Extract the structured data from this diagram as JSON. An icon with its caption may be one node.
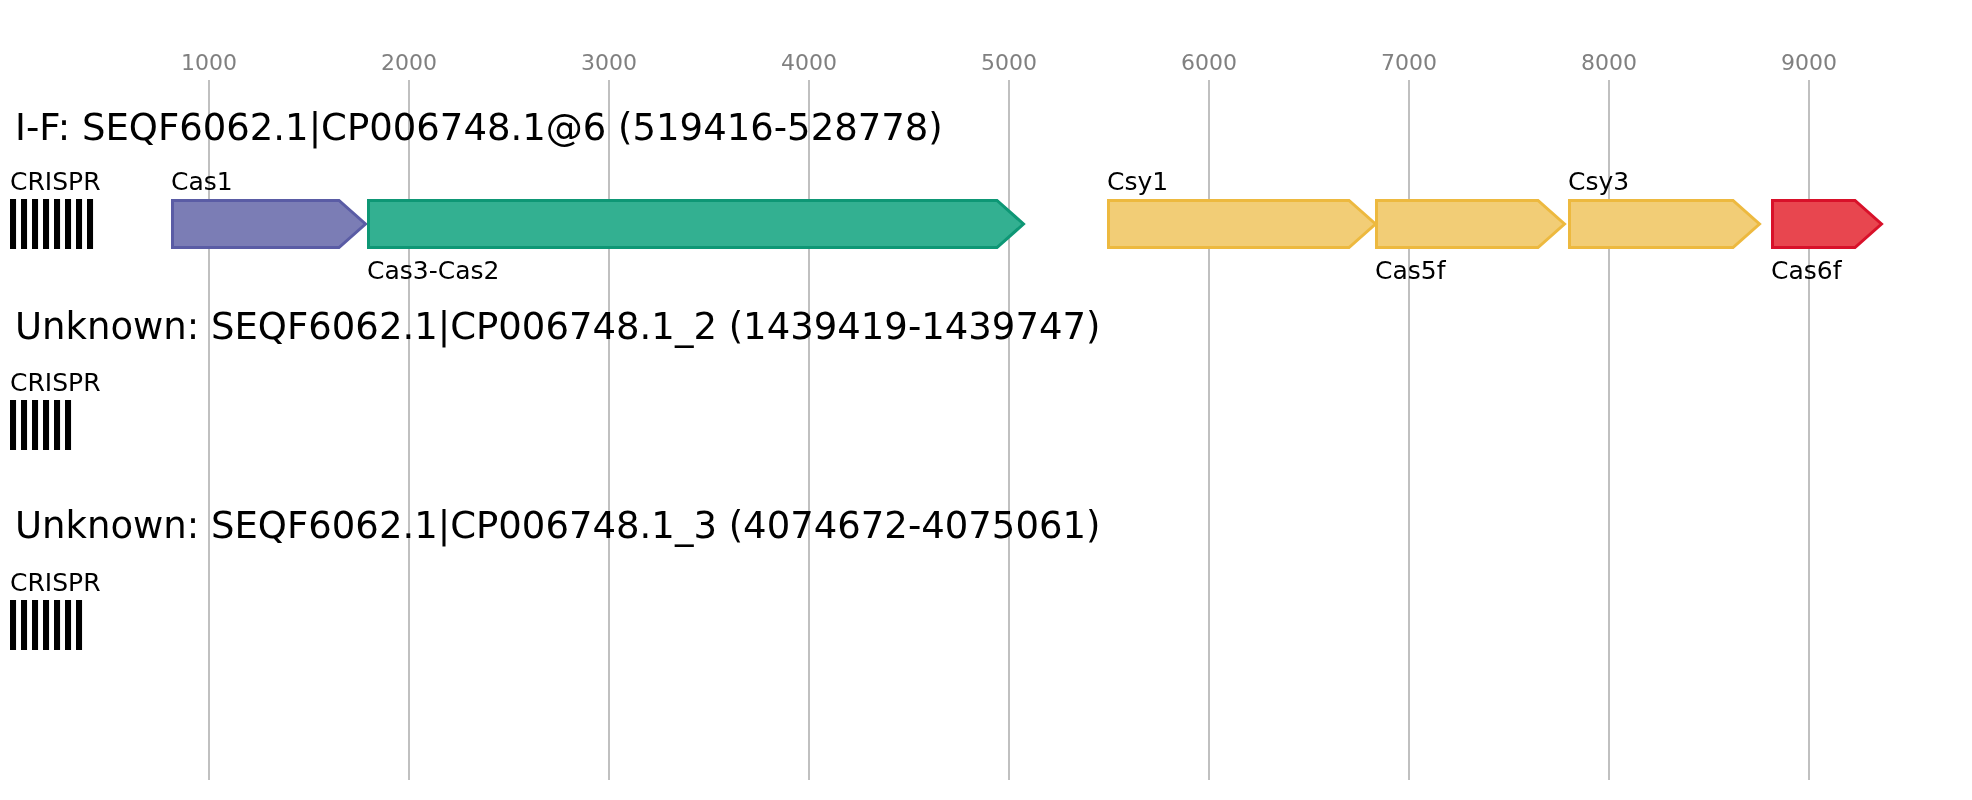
{
  "diagram": {
    "nodes": [
      {
        "text": [
          "CRISPR"
        ]
      },
      {
        "text": [
          "Cas1"
        ]
      },
      {
        "text": [
          "Cas3-Cas2"
        ]
      },
      {
        "text": [
          "Csy1"
        ]
      },
      {
        "text": [
          "Cas5f"
        ]
      },
      {
        "text": [
          "Csy3"
        ]
      },
      {
        "text": [
          "Cas6f"
        ]
      },
      {
        "text": [
          "CRISPR"
        ]
      },
      {
        "text": [
          "CRISPR"
        ]
      }
    ],
    "labels": [
      "1000",
      "2000",
      "3000",
      "4000",
      "5000",
      "6000",
      "7000",
      "8000",
      "9000",
      "I-F: SEQF6062.1|CP006748.1@6 (519416-528778)",
      "Unknown: SEQF6062.1|CP006748.1_2 (1439419-1439747)",
      "Unknown: SEQF6062.1|CP006748.1_3 (4074672-4075061)"
    ]
  }
}
